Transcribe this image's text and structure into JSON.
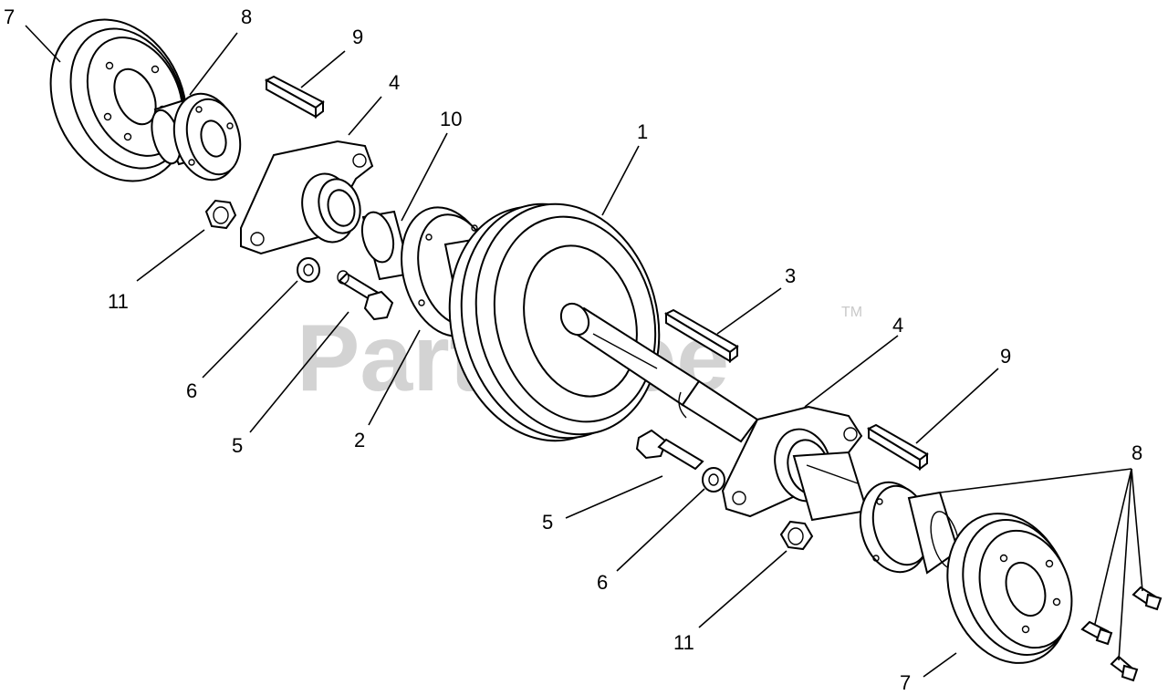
{
  "watermark": {
    "text": "PartsTree",
    "trademark": "TM"
  },
  "callouts": [
    {
      "id": "c-7a",
      "label": "7"
    },
    {
      "id": "c-8a",
      "label": "8"
    },
    {
      "id": "c-9a",
      "label": "9"
    },
    {
      "id": "c-4a",
      "label": "4"
    },
    {
      "id": "c-10",
      "label": "10"
    },
    {
      "id": "c-1",
      "label": "1"
    },
    {
      "id": "c-11a",
      "label": "11"
    },
    {
      "id": "c-6a",
      "label": "6"
    },
    {
      "id": "c-5a",
      "label": "5"
    },
    {
      "id": "c-2",
      "label": "2"
    },
    {
      "id": "c-3",
      "label": "3"
    },
    {
      "id": "c-4b",
      "label": "4"
    },
    {
      "id": "c-9b",
      "label": "9"
    },
    {
      "id": "c-8b",
      "label": "8"
    },
    {
      "id": "c-5b",
      "label": "5"
    },
    {
      "id": "c-6b",
      "label": "6"
    },
    {
      "id": "c-11b",
      "label": "11"
    },
    {
      "id": "c-7b",
      "label": "7"
    }
  ]
}
